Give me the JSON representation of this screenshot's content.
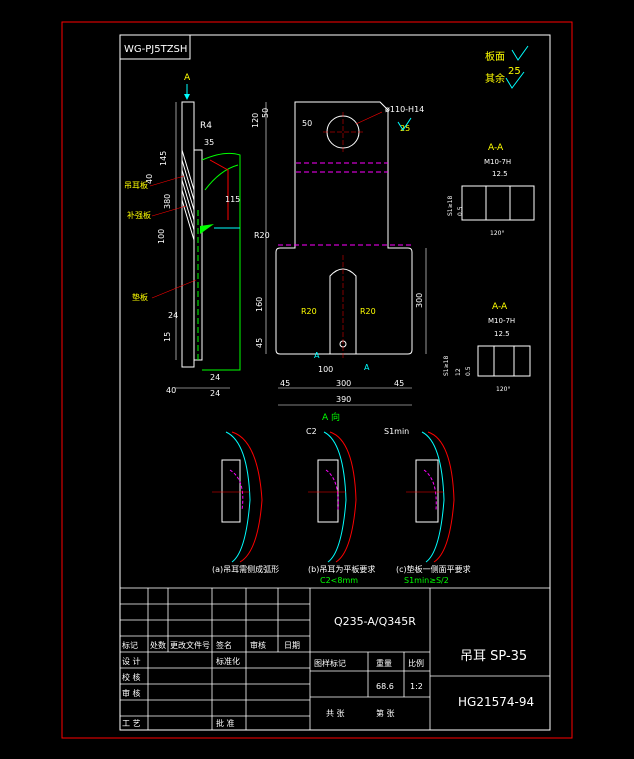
{
  "code_box": "WG-PJ5TZSH",
  "surface": {
    "face_label": "板面",
    "other_label": "其余",
    "other_value": "25"
  },
  "views": {
    "arrow_a": "A",
    "section_label": "A-A",
    "a_direction": "A 向"
  },
  "dims": {
    "r4": "R4",
    "d35": "35",
    "d145": "145",
    "d40": "40",
    "d380": "380",
    "d115": "115",
    "d100": "100",
    "d24a": "24",
    "d15": "15",
    "d24b": "24",
    "d40b": "40",
    "d24c": "24",
    "d50a": "50",
    "d120": "120",
    "d50b": "50",
    "hole": "ø110-H14",
    "rough": "25",
    "r20a": "R20",
    "r20b": "R20",
    "r20c": "R20",
    "d160": "160",
    "d45a": "45",
    "d300v": "300",
    "d100b": "100",
    "d45b": "45",
    "d300h": "300",
    "d45c": "45",
    "d390": "390",
    "sec_a": "A",
    "sec_b": "A"
  },
  "section1": {
    "m": "M10-7H",
    "v": "12.5",
    "s1": "S1≥18",
    "v2": "0.5",
    "angle": "120°"
  },
  "section2": {
    "m": "M10-7H",
    "v": "12.5",
    "s1": "S1≥18",
    "v2": "12",
    "v3": "0.5",
    "angle": "120°"
  },
  "weld_labels": {
    "lug": "吊耳板",
    "pad": "垫板",
    "body": "补强板"
  },
  "details": {
    "c2": "C2",
    "s1min": "S1min",
    "cap_a": "(a)吊耳需侧成弧形",
    "cap_b": "(b)吊耳为平板要求",
    "cap_c": "(c)垫板一侧面平要求",
    "note_b": "C2<8mm",
    "note_c": "S1min≥S/2"
  },
  "titleblock": {
    "material": "Q235-A/Q345R",
    "name": "吊耳 SP-35",
    "drawing_no": "HG21574-94",
    "mark": "标记",
    "count": "处数",
    "change_doc": "更改文件号",
    "sign": "签名",
    "review": "审核",
    "date": "日期",
    "design": "设 计",
    "draw": "校 核",
    "check": "审 核",
    "craft": "工 艺",
    "std": "标准化",
    "approve": "批 准",
    "stage_mark": "图样标记",
    "weight_label": "重量",
    "scale_label": "比例",
    "weight": "68.6",
    "scale": "1:2",
    "sheets": "共   张",
    "sheet": "第   张"
  }
}
